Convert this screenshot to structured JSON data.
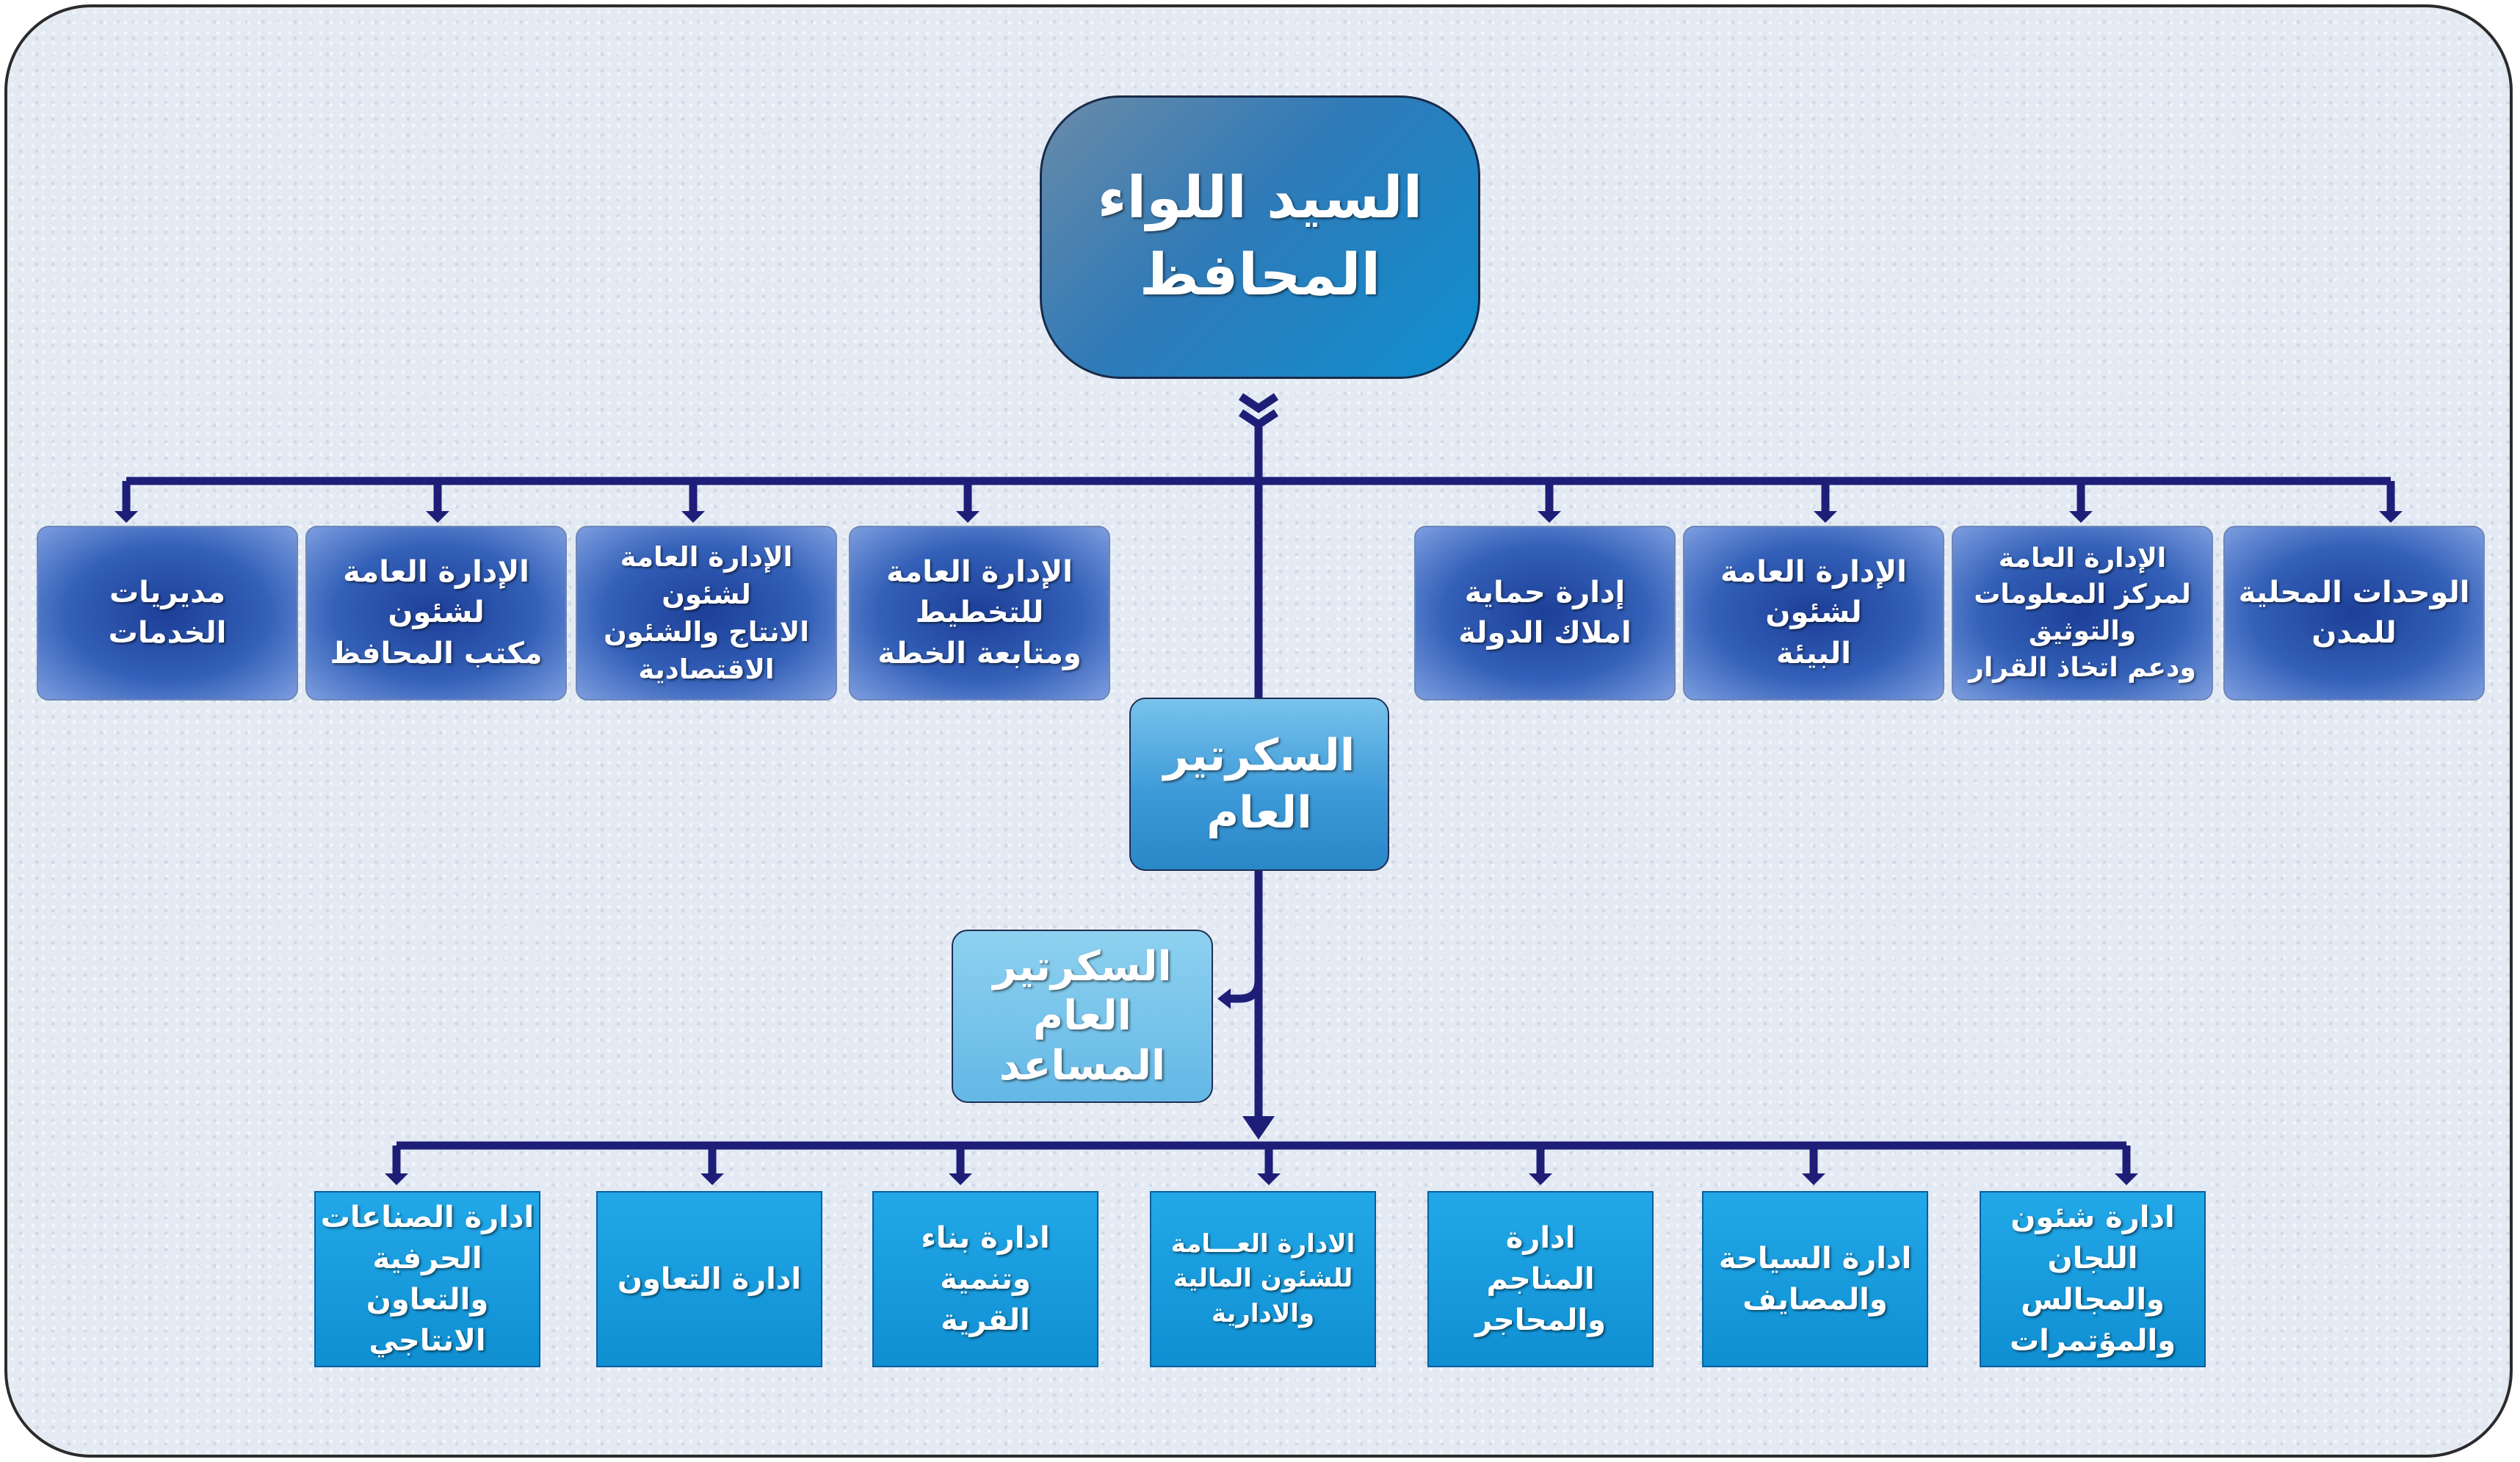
{
  "top": {
    "label": "السيد اللواء\nالمحافظ"
  },
  "upper_departments": [
    {
      "label": "الوحدات المحلية\nللمدن"
    },
    {
      "label": "الإدارة العامة\nلمركز المعلومات والتوثيق\nودعم اتخاذ القرار"
    },
    {
      "label": "الإدارة العامة لشئون\nالبيئة"
    },
    {
      "label": "إدارة حماية\nاملاك الدولة"
    },
    {
      "label": "الإدارة العامة للتخطيط\nومتابعة الخطة"
    },
    {
      "label": "الإدارة العامة لشئون\nالانتاج والشئون\nالاقتصادية"
    },
    {
      "label": "الإدارة العامة لشئون\nمكتب المحافظ"
    },
    {
      "label": "مديريات\nالخدمات"
    }
  ],
  "secretary_general": {
    "label": "السكرتير العام"
  },
  "assistant_secretary": {
    "label": "السكرتير العام\nالمساعد"
  },
  "lower_units": [
    {
      "label": "ادارة شئون اللجان\nوالمجالس والمؤتمرات"
    },
    {
      "label": "ادارة السياحة\nوالمصايف"
    },
    {
      "label": "ادارة\nالمناجم والمحاجر"
    },
    {
      "label": "الادارة العـــامة\nللشئون المالية والادارية"
    },
    {
      "label": "ادارة بناء وتنمية\nالقرية"
    },
    {
      "label": "ادارة التعاون"
    },
    {
      "label": "ادارة الصناعات\nالحرفية والتعاون\nالانتاجي"
    }
  ],
  "colors": {
    "connector": "#1e1e78",
    "top_box": "#2f7ab8",
    "department_box": "#1d3f98",
    "secretary_box": "#3d9ad8",
    "unit_box": "#0f8fd2"
  }
}
